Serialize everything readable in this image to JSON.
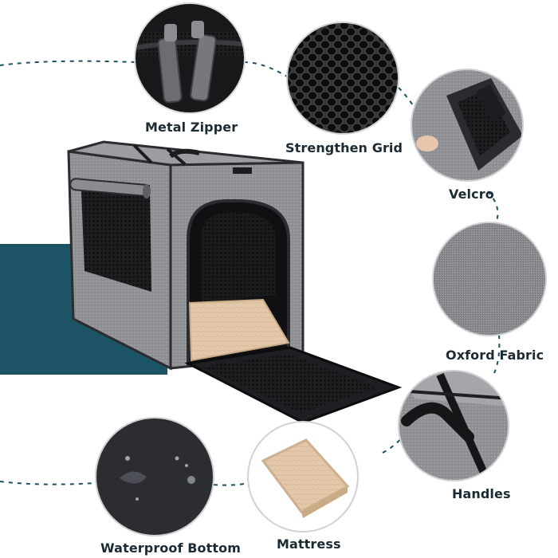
{
  "colors": {
    "teal_block": "#1c5466",
    "fabric_gray": "#8d8f92",
    "dark_trim": "#2a2c30",
    "dash_line": "#1e5060",
    "mattress_beige": "#e8cfb1",
    "label_text": "#1c2a33"
  },
  "features": {
    "metal_zipper": "Metal Zipper",
    "strengthen_grid": "Strengthen Grid",
    "velcro": "Velcro",
    "oxford_fabric": "Oxford Fabric",
    "handles": "Handles",
    "waterproof_bottom": "Waterproof Bottom",
    "mattress": "Mattress"
  }
}
